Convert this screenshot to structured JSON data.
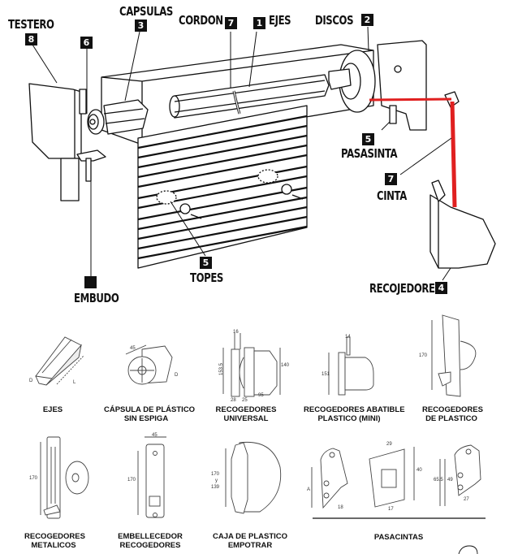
{
  "diagram": {
    "title": "Persiana / roller shutter components",
    "colors": {
      "strap": "#e02020",
      "line": "#111111",
      "badge": "#111111",
      "badge_text": "#ffffff",
      "background": "#ffffff"
    },
    "callouts": [
      {
        "id": "testero",
        "number": "8",
        "label": "TESTERO"
      },
      {
        "id": "embudo",
        "number": "",
        "label": "EMBUDO"
      },
      {
        "id": "capsulas",
        "number": "3",
        "label": "CAPSULAS"
      },
      {
        "id": "embudo-ref",
        "number": "6",
        "label": ""
      },
      {
        "id": "cordon",
        "number": "7",
        "label": "CORDON"
      },
      {
        "id": "ejes",
        "number": "1",
        "label": "EJES"
      },
      {
        "id": "discos",
        "number": "2",
        "label": "DISCOS"
      },
      {
        "id": "pasasinta",
        "number": "5",
        "label": "PASASINTA"
      },
      {
        "id": "cinta",
        "number": "7",
        "label": "CINTA"
      },
      {
        "id": "recojedores",
        "number": "4",
        "label": "RECOJEDORES"
      },
      {
        "id": "topes",
        "number": "5",
        "label": "TOPES"
      }
    ],
    "parts": [
      {
        "id": "ejes",
        "caption": [
          "EJES"
        ],
        "dims": [
          "D",
          "L"
        ]
      },
      {
        "id": "capsula",
        "caption": [
          "CÁPSULA DE PLÁSTICO",
          "SIN ESPIGA"
        ],
        "dims": [
          "45",
          "D"
        ]
      },
      {
        "id": "recogedores-universal",
        "caption": [
          "RECOGEDORES",
          "UNIVERSAL"
        ],
        "dims": [
          "16",
          "153.5",
          "140",
          "28",
          "25",
          "95"
        ]
      },
      {
        "id": "recogedores-abatible",
        "caption": [
          "RECOGEDORES ABATIBLE",
          "PLASTICO (MINI)"
        ],
        "dims": [
          "14",
          "151"
        ]
      },
      {
        "id": "recogedores-plastico",
        "caption": [
          "RECOGEDORES",
          "DE PLASTICO"
        ],
        "dims": [
          "170"
        ]
      },
      {
        "id": "recogedores-metalicos",
        "caption": [
          "RECOGEDORES",
          "METALICOS"
        ],
        "dims": [
          "170"
        ]
      },
      {
        "id": "embellecedor",
        "caption": [
          "EMBELLECEDOR",
          "RECOGEDORES"
        ],
        "dims": [
          "45",
          "170"
        ]
      },
      {
        "id": "caja-plastico",
        "caption": [
          "CAJA DE PLASTICO",
          "EMPOTRAR"
        ],
        "dims": [
          "170",
          "y",
          "139"
        ]
      },
      {
        "id": "pasacintas",
        "caption": [
          "PASACINTAS"
        ],
        "dims": [
          "A",
          "18",
          "29",
          "40",
          "17",
          "65.5",
          "49",
          "27"
        ]
      }
    ]
  }
}
